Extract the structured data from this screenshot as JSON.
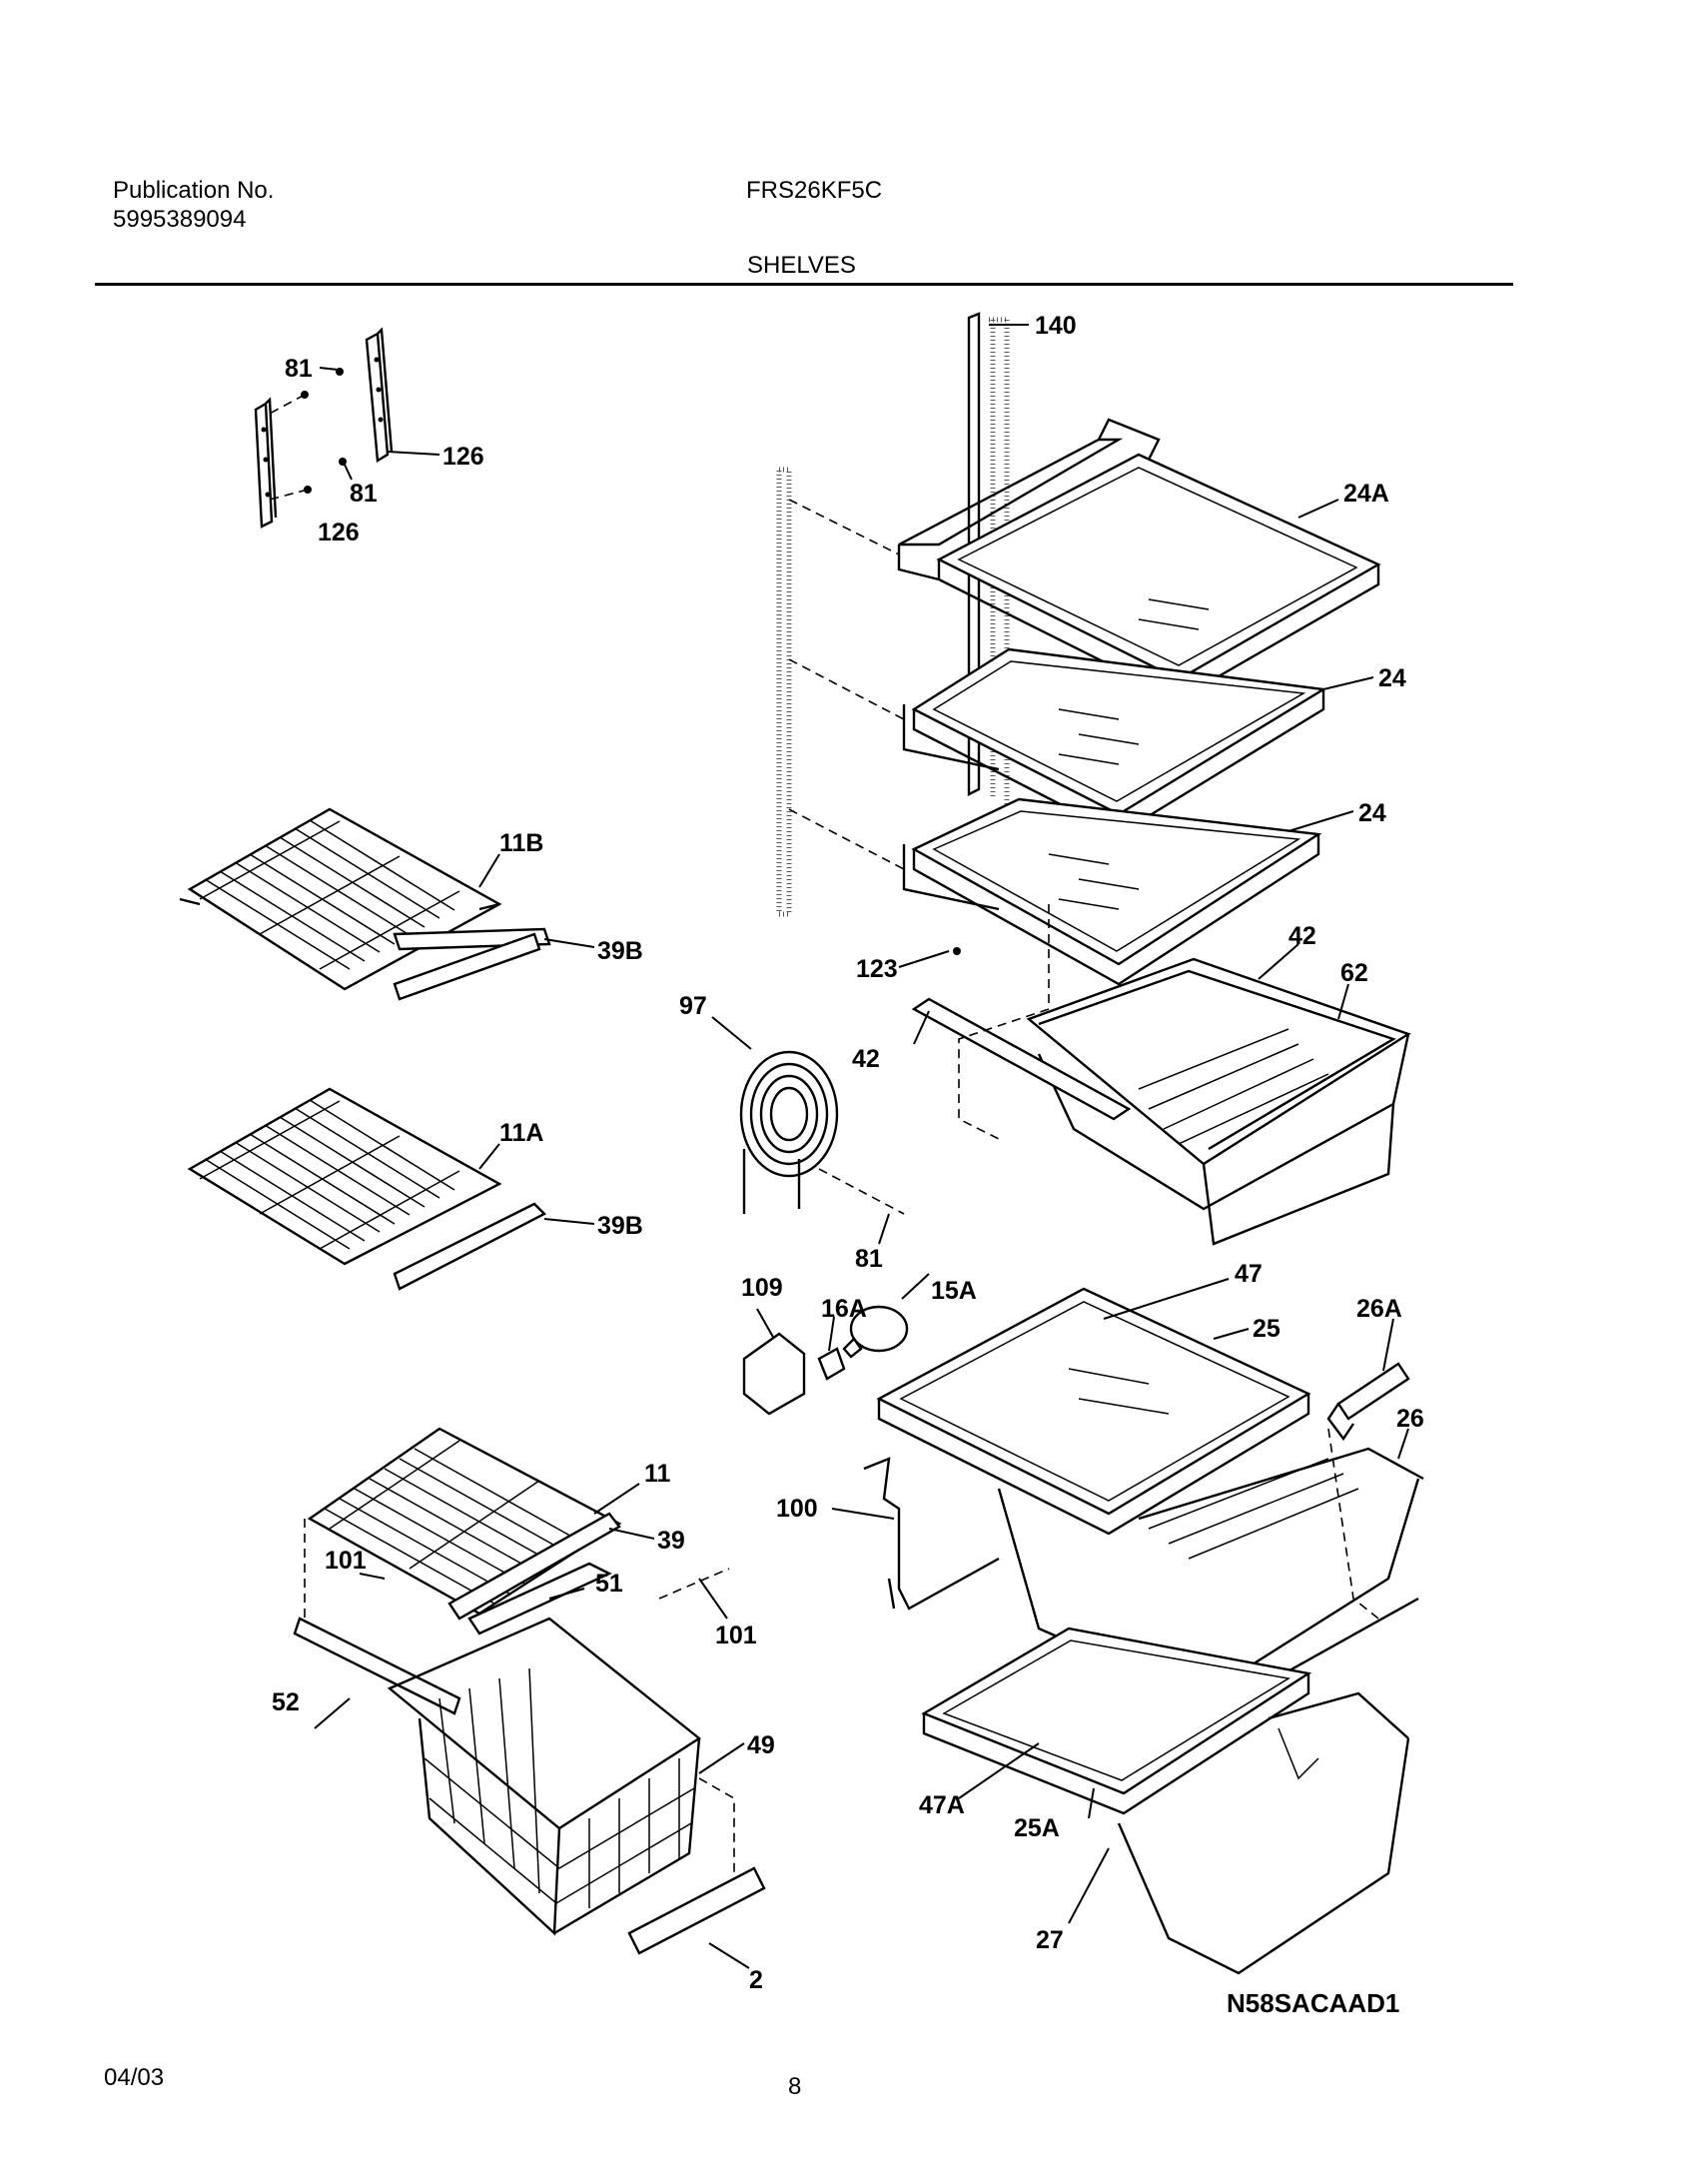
{
  "header": {
    "publication_label": "Publication No.",
    "publication_number": "5995389094",
    "model": "FRS26KF5C",
    "section_title": "SHELVES"
  },
  "callouts": {
    "c140": "140",
    "c81a": "81",
    "c126a": "126",
    "c81b": "81",
    "c126b": "126",
    "c24A": "24A",
    "c24a": "24",
    "c24b": "24",
    "c11B": "11B",
    "c39Ba": "39B",
    "c42a": "42",
    "c62": "62",
    "c123": "123",
    "c97": "97",
    "c42b": "42",
    "c11A": "11A",
    "c39Bb": "39B",
    "c81c": "81",
    "c109": "109",
    "c15A": "15A",
    "c16A": "16A",
    "c47": "47",
    "c25": "25",
    "c26A": "26A",
    "c26": "26",
    "c11": "11",
    "c39": "39",
    "c100": "100",
    "c101a": "101",
    "c51": "51",
    "c101b": "101",
    "c52": "52",
    "c49": "49",
    "c47A": "47A",
    "c25A": "25A",
    "c27": "27",
    "c2": "2"
  },
  "footer": {
    "date": "04/03",
    "page_number": "8",
    "diagram_code": "N58SACAAD1"
  }
}
